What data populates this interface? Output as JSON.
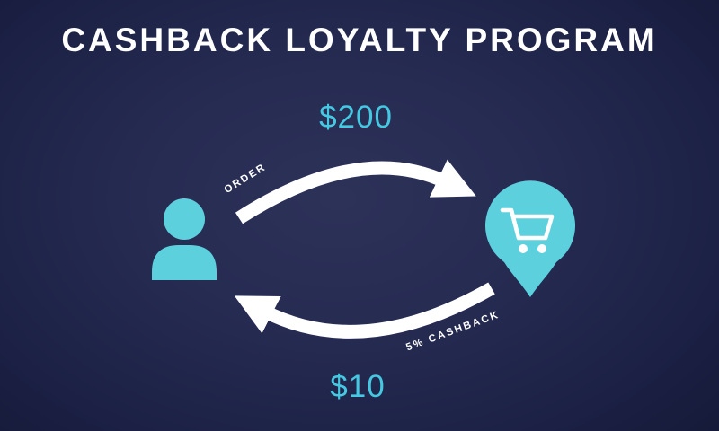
{
  "title": "CASHBACK LOYALTY PROGRAM",
  "flow": {
    "order_amount": "$200",
    "order_label": "ORDER",
    "cashback_label": "5% CASHBACK",
    "cashback_amount": "$10"
  },
  "icons": {
    "customer": "person-icon",
    "merchant": "cart-pin-icon",
    "top_arrow": "order-arrow",
    "bottom_arrow": "cashback-arrow"
  },
  "colors": {
    "accent_teal": "#5dd0dd",
    "amount_text": "#45c8e2",
    "arrow_white": "#ffffff",
    "title_white": "#ffffff",
    "background_center": "#2d3259",
    "background_edge": "#131733"
  }
}
